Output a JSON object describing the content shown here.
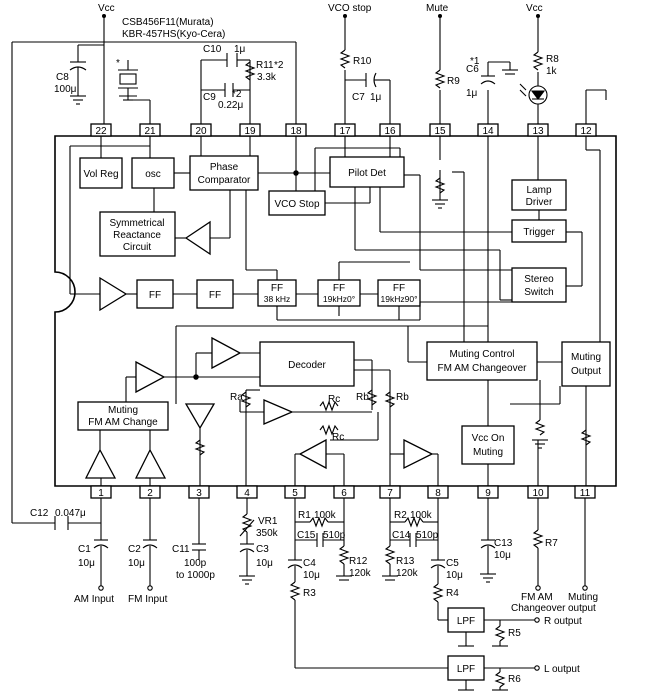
{
  "top_labels": {
    "vcc_left": "Vcc",
    "resonator_1": "CSB456F11(Murata)",
    "resonator_2": "KBR-457HS(Kyo-Cera)",
    "vco_stop": "VCO stop",
    "mute": "Mute",
    "vcc_right": "Vcc"
  },
  "components_top": {
    "c8": [
      "C8",
      "100μ"
    ],
    "star": "*",
    "c10": [
      "C10",
      "1μ"
    ],
    "r11": [
      "R11",
      "*2",
      "3.3k"
    ],
    "c9": [
      "C9",
      "*2",
      "0.22μ"
    ],
    "r10": "R10",
    "c7": [
      "C7",
      "1μ"
    ],
    "r9": "R9",
    "c6": [
      "C6",
      "*1",
      "1μ"
    ],
    "r8": [
      "R8",
      "1k"
    ]
  },
  "pins_top": [
    "22",
    "21",
    "20",
    "19",
    "18",
    "17",
    "16",
    "15",
    "14",
    "13",
    "12"
  ],
  "pins_bottom": [
    "1",
    "2",
    "3",
    "4",
    "5",
    "6",
    "7",
    "8",
    "9",
    "10",
    "11"
  ],
  "blocks": {
    "vol_reg": "Vol Reg",
    "osc": "osc",
    "phase_comparator": [
      "Phase",
      "Comparator"
    ],
    "pilot_det": "Pilot  Det",
    "vco_stop": "VCO Stop",
    "symmetrical": [
      "Symmetrical",
      "Reactance",
      "Circuit"
    ],
    "lamp_driver": [
      "Lamp",
      "Driver"
    ],
    "trigger": "Trigger",
    "stereo_switch": [
      "Stereo",
      "Switch"
    ],
    "ff1": "FF",
    "ff2": "FF",
    "ff3": [
      "FF",
      "38 kHz"
    ],
    "ff4": [
      "FF",
      "19kHz0°"
    ],
    "ff5": [
      "FF",
      "19kHz90°"
    ],
    "decoder": "Decoder",
    "muting_control": [
      "Muting Control",
      "FM AM Changeover"
    ],
    "muting_output": [
      "Muting",
      "Output"
    ],
    "muting_change": [
      "Muting",
      "FM AM Change"
    ],
    "vcc_on_muting": [
      "Vcc On",
      "Muting"
    ]
  },
  "internal_labels": {
    "ra": "Ra",
    "rb_left": "Rb",
    "rb_right": "Rb",
    "rc1": "Rc",
    "rc2": "Rc"
  },
  "components_bottom": {
    "c12": [
      "C12",
      "0.047μ"
    ],
    "c1": [
      "C1",
      "10μ"
    ],
    "c2": [
      "C2",
      "10μ"
    ],
    "c11": [
      "C11",
      "100p",
      "to 1000p"
    ],
    "vr1": [
      "VR1",
      "350k"
    ],
    "c3": [
      "C3",
      "10μ"
    ],
    "r1": [
      "R1",
      "100k"
    ],
    "c15": [
      "C15",
      "510p"
    ],
    "r12": [
      "R12",
      "120k"
    ],
    "c4": [
      "C4",
      "10μ"
    ],
    "r3": "R3",
    "r2": [
      "R2",
      "100k"
    ],
    "c14": [
      "C14",
      "510p"
    ],
    "r13": [
      "R13",
      "120k"
    ],
    "c5": [
      "C5",
      "10μ"
    ],
    "r4": "R4",
    "c13": [
      "C13",
      "10μ"
    ],
    "r7": "R7",
    "lpf": "LPF",
    "r5": "R5",
    "r6": "R6"
  },
  "io_labels": {
    "am_input": "AM Input",
    "fm_input": "FM Input",
    "fm_am_changeover": [
      "FM AM",
      "Changeover"
    ],
    "muting_output": [
      "Muting",
      "output"
    ],
    "r_output": "R output",
    "l_output": "L output"
  }
}
